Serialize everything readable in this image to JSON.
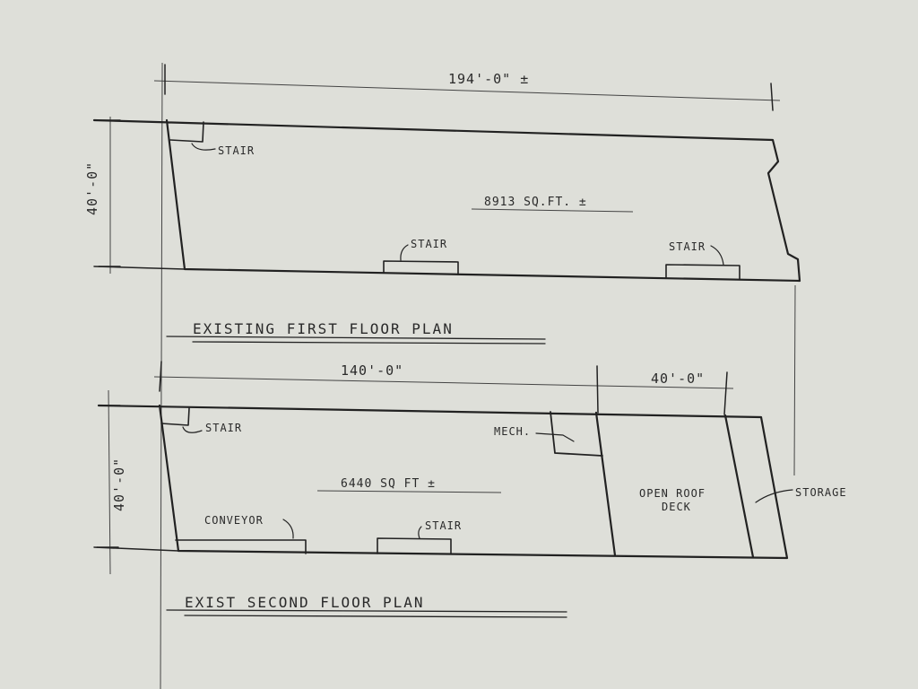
{
  "first_floor": {
    "overall_width": "194'-0\" ±",
    "depth": "40'-0\"",
    "stair_label_1": "STAIR",
    "stair_label_2": "STAIR",
    "stair_label_3": "STAIR",
    "area": "8913 SQ.FT. ±",
    "title": "EXISTING FIRST FLOOR PLAN"
  },
  "second_floor": {
    "main_width": "140'-0\"",
    "deck_width": "40'-0\"",
    "depth": "40'-0\"",
    "stair_label_1": "STAIR",
    "stair_label_2": "STAIR",
    "conveyor_label": "CONVEYOR",
    "mech_label": "MECH.",
    "area": "6440 SQ FT ±",
    "deck_label_1": "OPEN ROOF",
    "deck_label_2": "DECK",
    "storage_label": "STORAGE",
    "title": "EXIST SECOND FLOOR PLAN"
  }
}
